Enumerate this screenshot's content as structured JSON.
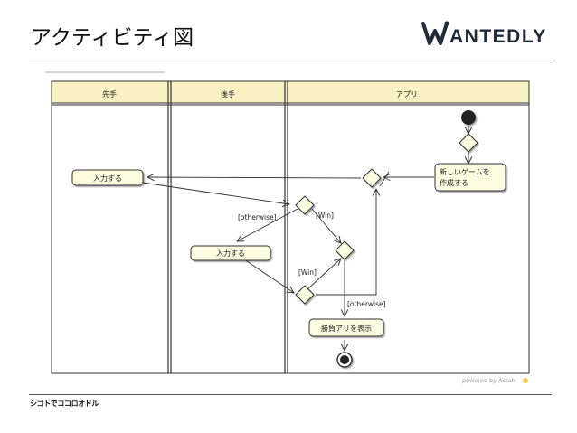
{
  "slide": {
    "title": "アクティビティ図",
    "footer": "シゴトでココロオドル"
  },
  "logo": {
    "text": "ANTEDLY",
    "mark": "W",
    "color": "#1f2a3a"
  },
  "diagram": {
    "lanes": [
      {
        "label": "先手"
      },
      {
        "label": "後手"
      },
      {
        "label": "アプリ"
      }
    ],
    "actions": {
      "new_game": {
        "line1": "新しいゲームを",
        "line2": "作成する"
      },
      "first_input": "入力する",
      "second_input": "入力する",
      "show_result": "勝負アリを表示"
    },
    "guards": {
      "win_1": "[Win]",
      "otherwise_1": "[otherwise]",
      "win_2": "[Win]",
      "otherwise_2": "[otherwise]"
    },
    "watermark": "powered by Astah",
    "colors": {
      "action_fill": "#fdfbe0",
      "header_fill": "#f8f2c2",
      "line": "#333333"
    }
  }
}
